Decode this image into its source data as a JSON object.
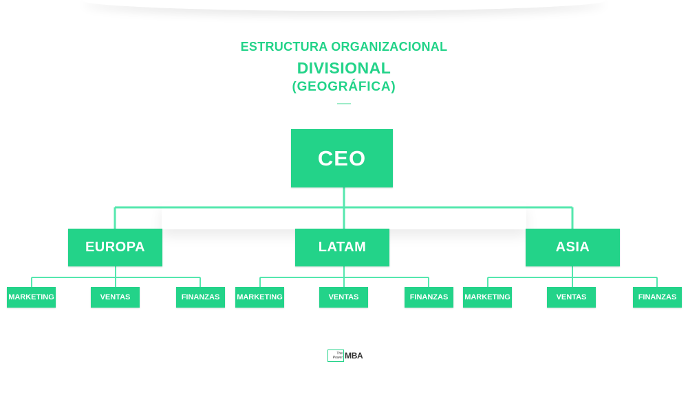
{
  "title": {
    "line1": "ESTRUCTURA ORGANIZACIONAL",
    "line2": "DIVISIONAL",
    "line3": "(GEOGRÁFICA)"
  },
  "org": {
    "root": "CEO",
    "regions": [
      {
        "name": "EUROPA",
        "departments": [
          "MARKETING",
          "VENTAS",
          "FINANZAS"
        ]
      },
      {
        "name": "LATAM",
        "departments": [
          "MARKETING",
          "VENTAS",
          "FINANZAS"
        ]
      },
      {
        "name": "ASIA",
        "departments": [
          "MARKETING",
          "VENTAS",
          "FINANZAS"
        ]
      }
    ]
  },
  "logo": {
    "small_top": "The",
    "small_bottom": "Power",
    "main": "MBA"
  },
  "colors": {
    "accent": "#23d389",
    "connector": "#55e7ae"
  }
}
